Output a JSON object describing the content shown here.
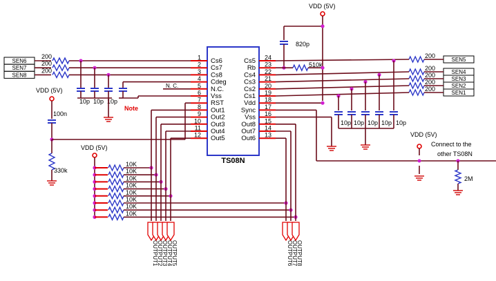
{
  "chip": {
    "name": "TS08N",
    "left_pins": [
      {
        "num": "1",
        "name": "Cs6"
      },
      {
        "num": "2",
        "name": "Cs7"
      },
      {
        "num": "3",
        "name": "Cs8"
      },
      {
        "num": "4",
        "name": "Cdeg"
      },
      {
        "num": "5",
        "name": "N.C."
      },
      {
        "num": "6",
        "name": "Vss"
      },
      {
        "num": "7",
        "name": "RST"
      },
      {
        "num": "8",
        "name": "Out1"
      },
      {
        "num": "9",
        "name": "Out2"
      },
      {
        "num": "10",
        "name": "Out3"
      },
      {
        "num": "11",
        "name": "Out4"
      },
      {
        "num": "12",
        "name": "Out5"
      }
    ],
    "right_pins": [
      {
        "num": "24",
        "name": "Cs5"
      },
      {
        "num": "23",
        "name": "Rb"
      },
      {
        "num": "22",
        "name": "Cs4"
      },
      {
        "num": "21",
        "name": "Cs3"
      },
      {
        "num": "20",
        "name": "Cs2"
      },
      {
        "num": "19",
        "name": "Cs1"
      },
      {
        "num": "18",
        "name": "Vdd"
      },
      {
        "num": "17",
        "name": "Sync"
      },
      {
        "num": "16",
        "name": "Vss"
      },
      {
        "num": "15",
        "name": "Out8"
      },
      {
        "num": "14",
        "name": "Out7"
      },
      {
        "num": "13",
        "name": "Out6"
      }
    ]
  },
  "sensors_left": [
    {
      "label": "SEN6",
      "res": "200"
    },
    {
      "label": "SEN7",
      "res": "200"
    },
    {
      "label": "SEN8",
      "res": "200"
    }
  ],
  "sensors_right": [
    {
      "label": "SEN5",
      "res": "200"
    },
    {
      "label": "SEN4",
      "res": "200"
    },
    {
      "label": "SEN3",
      "res": "200"
    },
    {
      "label": "SEN2",
      "res": "200"
    },
    {
      "label": "SEN1",
      "res": "200"
    }
  ],
  "labels": {
    "vdd_top": "VDD (5V)",
    "vdd_left": "VDD (5V)",
    "vdd_mid": "VDD (5V)",
    "vdd_right": "VDD (5V)",
    "cap_820p": "820p",
    "res_510k": "510k",
    "cap_100n": "100n",
    "res_330k": "330k",
    "res_2m": "2M",
    "nc": "N. C.",
    "note": "Note",
    "connect_line1": "Connect to the",
    "connect_line2": "other TS08N",
    "left_caps": [
      "10p",
      "10p",
      "10p"
    ],
    "right_caps": [
      "10p",
      "10p",
      "10p",
      "10p",
      "10p"
    ],
    "pullups": [
      "10K",
      "10K",
      "10K",
      "10K",
      "10K",
      "10K",
      "10K",
      "10K"
    ]
  },
  "outputs_left": [
    "OUTPUT1",
    "OUTPUT2",
    "OUTPUT3",
    "OUTPUT4",
    "OUTPUT5"
  ],
  "outputs_right": [
    "OUTPUT6",
    "OUTPUT7",
    "OUTPUT8"
  ],
  "colors": {
    "wire": "#6b0c1a",
    "pin": "#e00000",
    "chip": "#2b36c8",
    "junction": "#d21fd2"
  }
}
